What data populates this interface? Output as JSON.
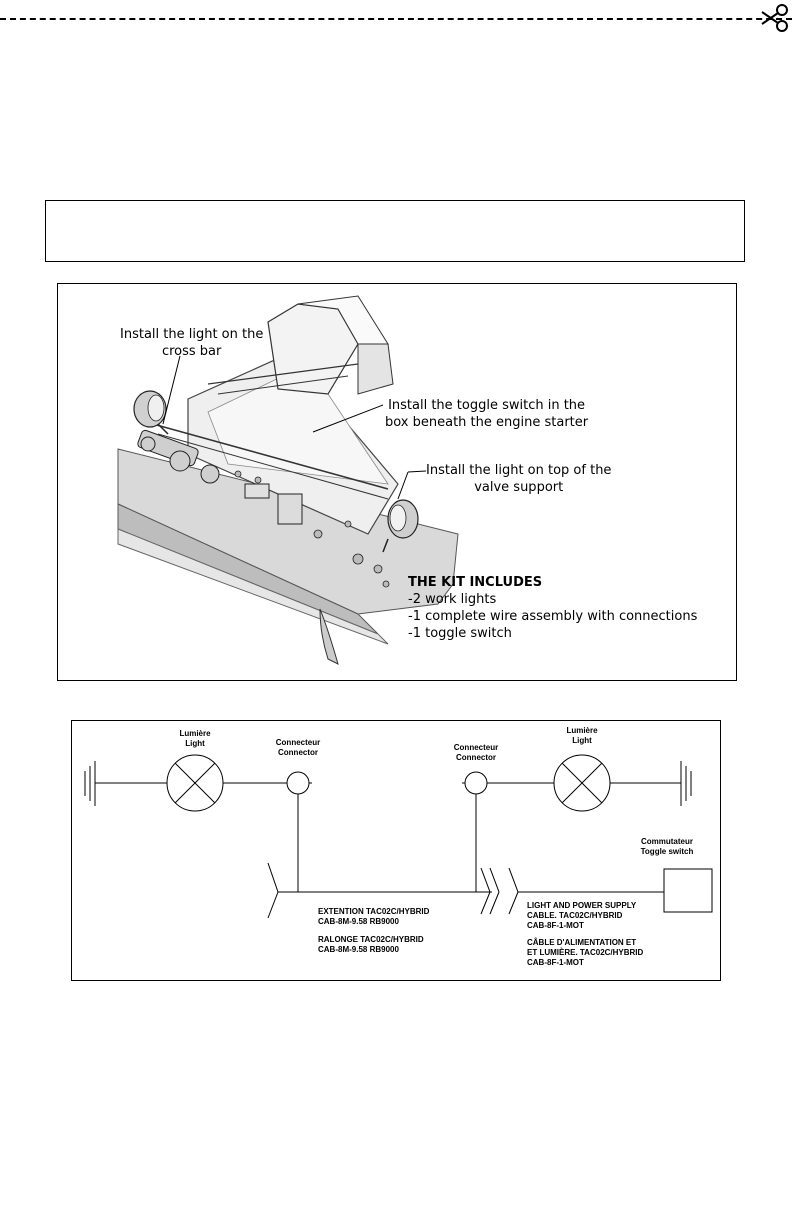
{
  "install_figure": {
    "callout_crossbar": [
      "Install the light on the",
      "cross bar"
    ],
    "callout_toggle": [
      "Install the toggle switch in the",
      "box beneath the engine starter"
    ],
    "callout_valve": [
      "Install the light on top of the",
      "valve support"
    ],
    "kit": {
      "title": "THE KIT INCLUDES",
      "items": [
        "-2 work lights",
        "-1 complete wire assembly with connections",
        "-1 toggle switch"
      ]
    }
  },
  "wiring_diagram": {
    "left_light": [
      "Lumière",
      "Light"
    ],
    "left_connector": [
      "Connecteur",
      "Connector"
    ],
    "right_connector": [
      "Connecteur",
      "Connector"
    ],
    "right_light": [
      "Lumière",
      "Light"
    ],
    "toggle_switch": [
      "Commutateur",
      "Toggle switch"
    ],
    "extension_en": [
      "EXTENTION TAC02C/HYBRID",
      "CAB-8M-9.58 RB9000"
    ],
    "extension_fr": [
      "RALONGE TAC02C/HYBRID",
      "CAB-8M-9.58 RB9000"
    ],
    "supply_en": [
      "LIGHT AND POWER SUPPLY",
      "CABLE. TAC02C/HYBRID",
      "CAB-8F-1-MOT"
    ],
    "supply_fr": [
      "CÂBLE D'ALIMENTATION ET",
      "ET LUMIÈRE. TAC02C/HYBRID",
      "CAB-8F-1-MOT"
    ]
  }
}
